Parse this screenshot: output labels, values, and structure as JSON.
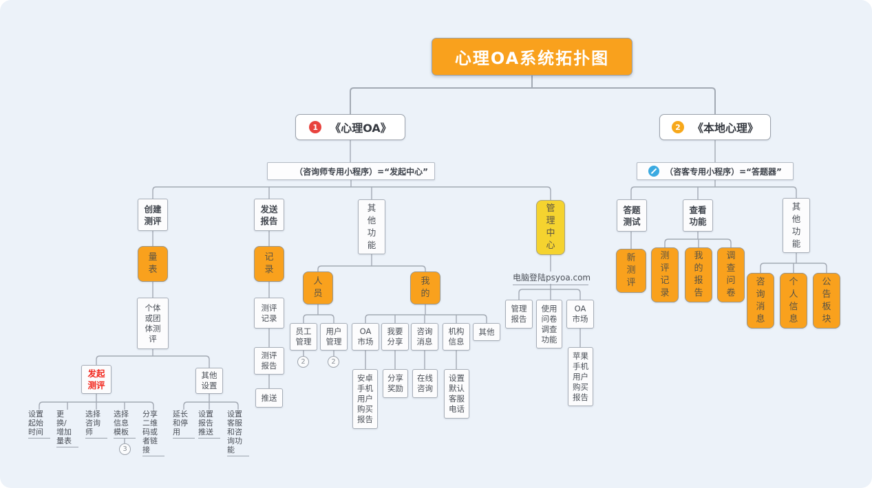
{
  "colors": {
    "background": "#ECF2F9",
    "node_orange": "#F9A11D",
    "node_yellow": "#F5D32F",
    "line_gray": "#A2A9B3",
    "badge_red": "#E8433E",
    "badge_orange": "#F7A81B",
    "badge_blue": "#3BAAE1",
    "red_text": "#F2281E"
  },
  "title": {
    "label": "心理OA系统拓扑图"
  },
  "apps": {
    "app1": {
      "badge": "1",
      "label": "《心理OA》"
    },
    "app2": {
      "badge": "2",
      "label": "《本地心理》"
    }
  },
  "notes": {
    "note1": "（咨询师专用小程序）=“发起中心”",
    "note2": "（咨客专用小程序）=“答题器”"
  },
  "n": {
    "create_test": "创建\n测评",
    "send_report": "发送\n报告",
    "other_func_left": "其\n他\n功\n能",
    "mgmt_center": "管\n理\n中\n心",
    "scale": "量\n表",
    "individual_group": "个体\n或团\n体测\n评",
    "launch_test": "发起\n测评",
    "other_settings": "其他\n设置",
    "record": "记\n录",
    "test_record_w": "测评\n记录",
    "test_report_w": "测评\n报告",
    "push": "推送",
    "personnel": "人\n员",
    "mine": "我\n的",
    "staff_mgmt": "员工\n管理",
    "user_mgmt": "用户\n管理",
    "oa_market1": "OA\n市场",
    "want_share": "我要\n分享",
    "consult_msg_w": "咨询\n消息",
    "org_info": "机构\n信息",
    "other_small": "其他",
    "android_buy": "安卓\n手机\n用户\n购买\n报告",
    "share_reward": "分享\n奖励",
    "online_consult": "在线\n咨询",
    "default_phone": "设置\n默认\n客服\n电话",
    "pc_login": "电脑登陆psyoa.com",
    "mgmt_report": "管理\n报告",
    "questionnaire": "使用\n问卷\n调查\n功能",
    "oa_market2": "OA\n市场",
    "apple_buy": "苹果\n手机\n用户\n购买\n报告",
    "answer_test": "答题\n测试",
    "view_func": "查看\n功能",
    "other_func_right": "其\n他\n功\n能",
    "new_test": "新\n测\n评",
    "test_record_o": "测\n评\n记\n录",
    "my_report_o": "我\n的\n报\n告",
    "survey_o": "调\n查\n问\n卷",
    "consult_msg_o": "咨\n询\n消\n息",
    "personal_info_o": "个\n人\n信\n息",
    "board_o": "公\n告\n板\n块"
  },
  "leaves": {
    "set_start_time": "设置\n起始\n时间",
    "change_add_scale": "更\n换/\n增加\n量表",
    "choose_counselor": "选择\n咨询\n师",
    "choose_template": "选择\n信息\n模板",
    "share_qr": "分享\n二维\n码或\n者链\n接",
    "extend_stop": "延长\n和停\n用",
    "report_push": "设置\n报告\n推送",
    "cs_consult": "设置\n客服\n和咨\n询功\n能"
  },
  "b": {
    "staff": "2",
    "user": "2",
    "template": "3"
  }
}
